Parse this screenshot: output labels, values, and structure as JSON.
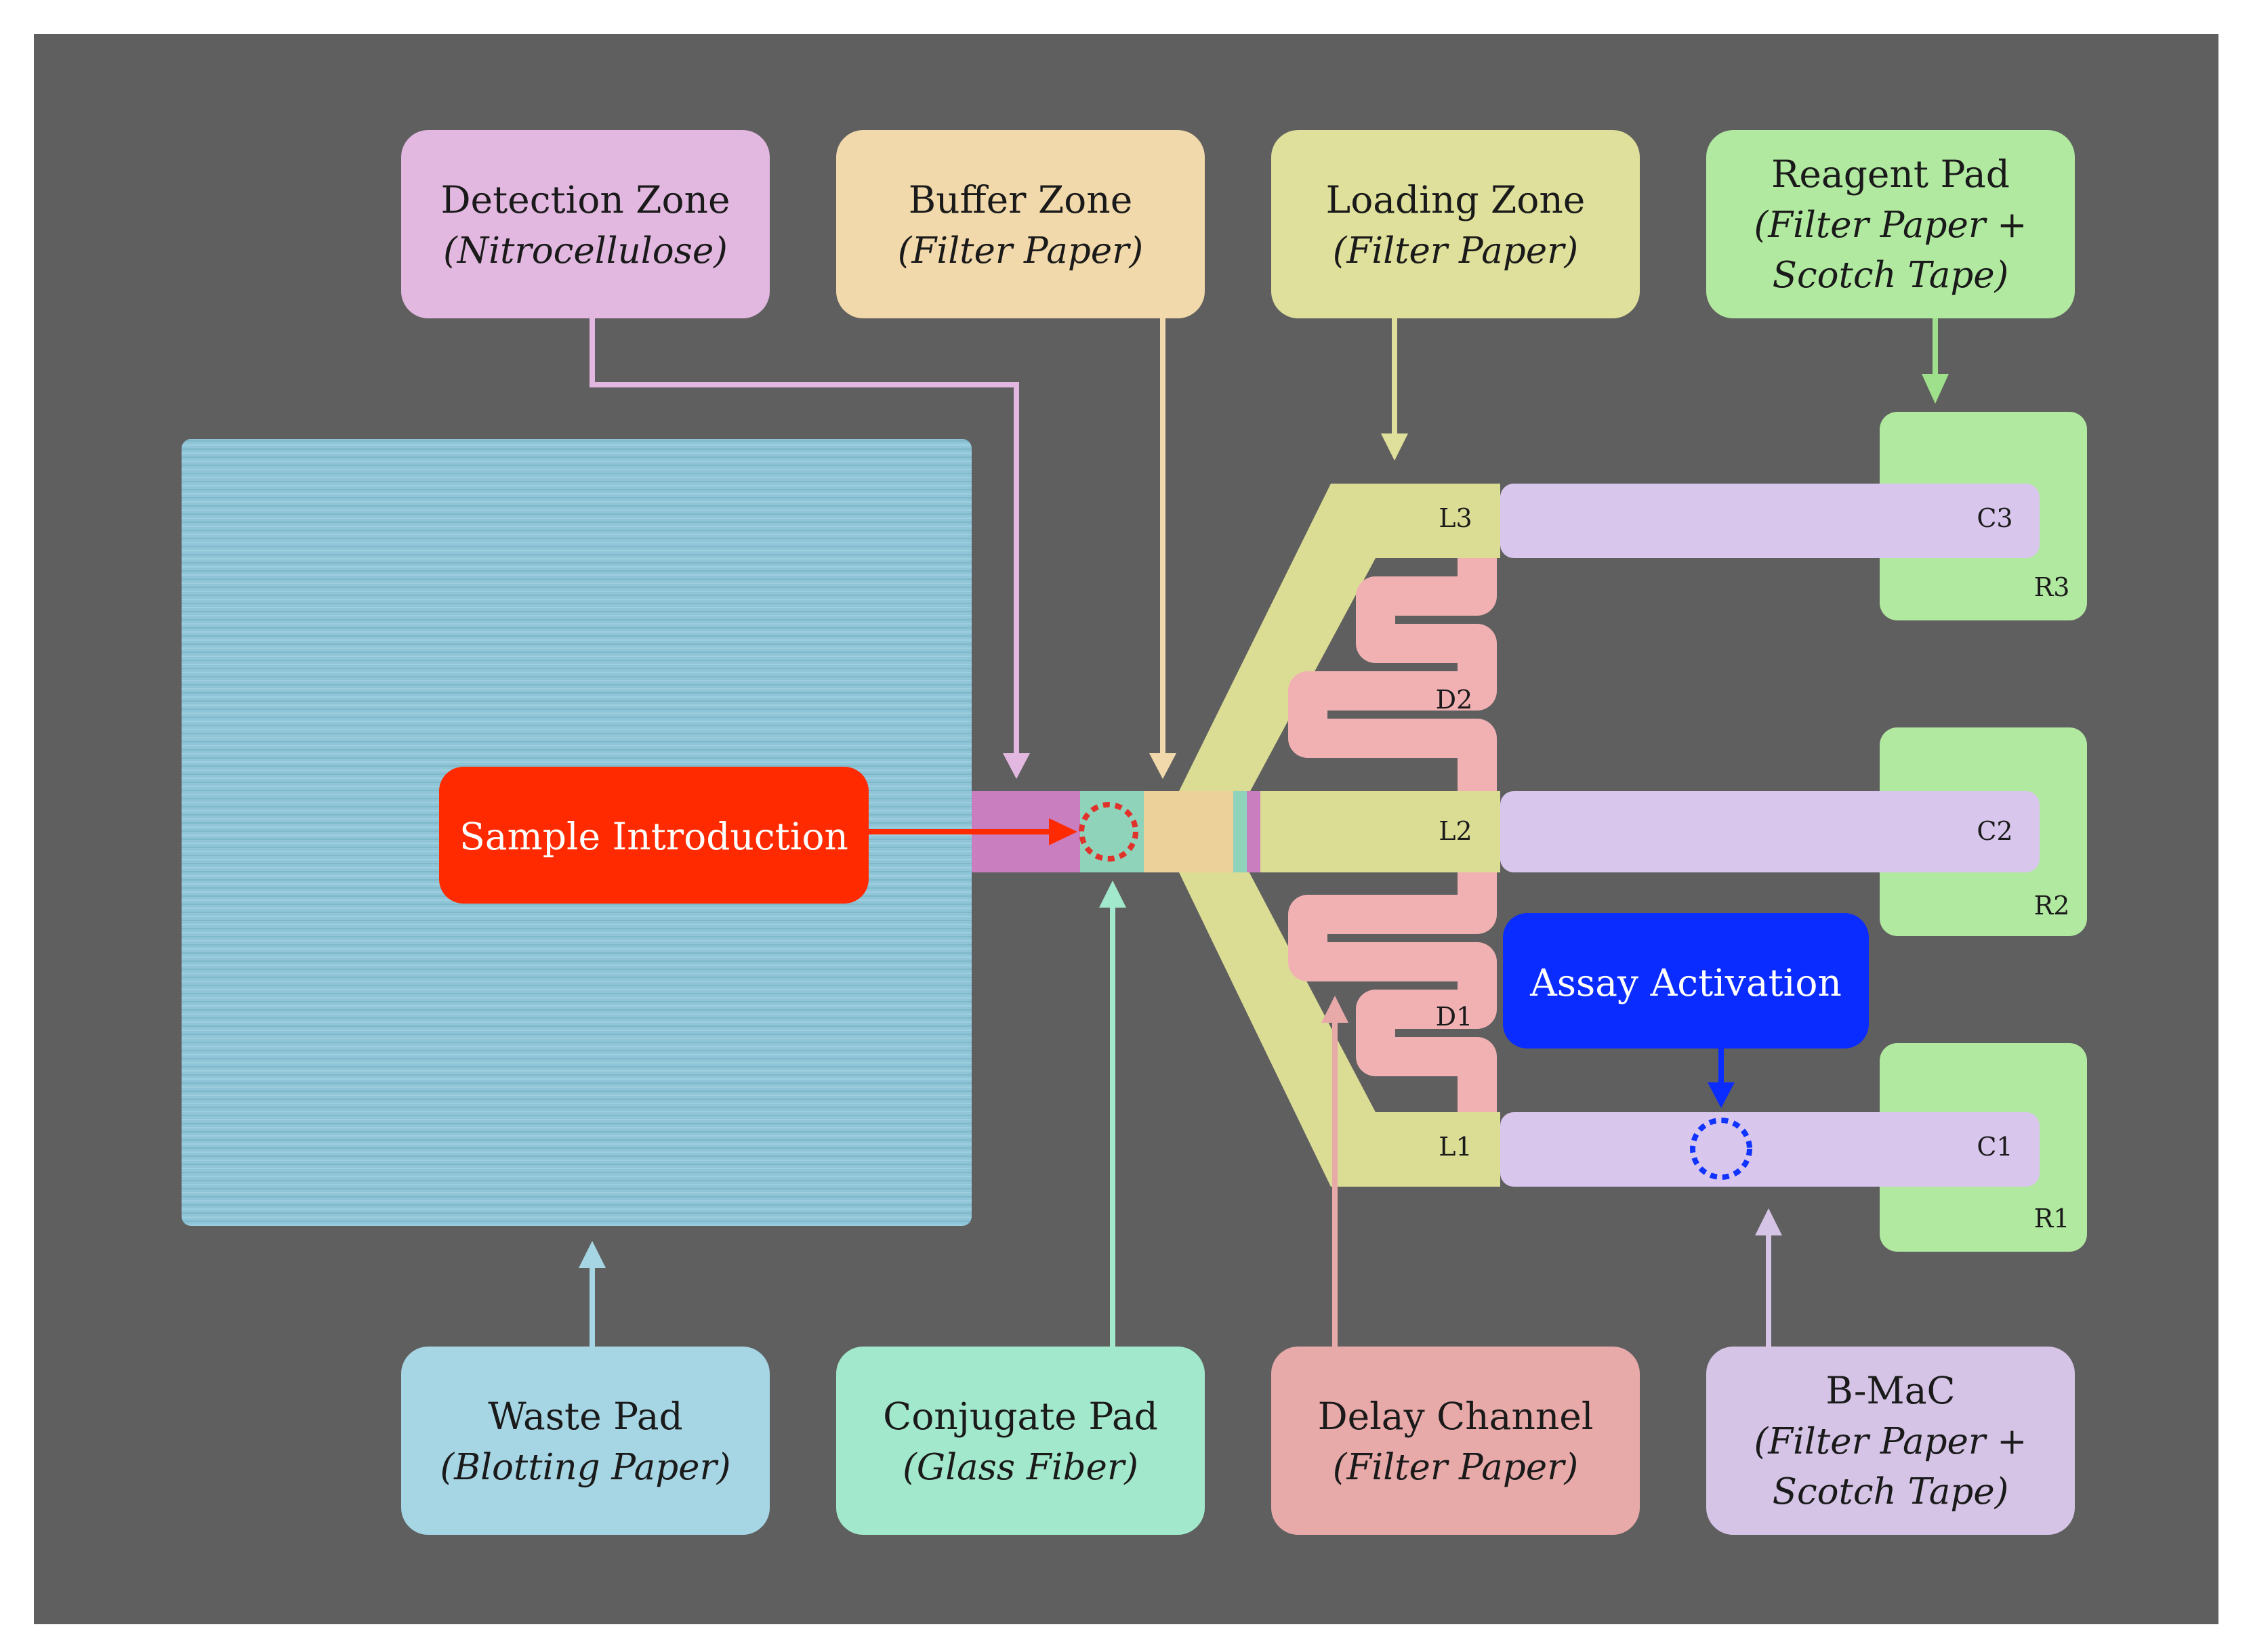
{
  "labels": {
    "detection": {
      "title": "Detection Zone",
      "sub": "(Nitrocellulose)"
    },
    "buffer": {
      "title": "Buffer Zone",
      "sub": "(Filter Paper)"
    },
    "loading": {
      "title": "Loading Zone",
      "sub": "(Filter Paper)"
    },
    "reagent": {
      "title": "Reagent Pad",
      "sub1": "(Filter Paper +",
      "sub2": "Scotch Tape)"
    },
    "waste": {
      "title": "Waste Pad",
      "sub": "(Blotting Paper)"
    },
    "conjugate": {
      "title": "Conjugate Pad",
      "sub": "(Glass Fiber)"
    },
    "delay": {
      "title": "Delay Channel",
      "sub": "(Filter Paper)"
    },
    "bmac": {
      "title": "B-MaC",
      "sub1": "(Filter Paper +",
      "sub2": "Scotch Tape)"
    },
    "sample_introduction": "Sample Introduction",
    "assay_activation": "Assay Activation"
  },
  "channel_labels": {
    "L1": "L1",
    "L2": "L2",
    "L3": "L3",
    "C1": "C1",
    "C2": "C2",
    "C3": "C3",
    "R1": "R1",
    "R2": "R2",
    "R3": "R3",
    "D1": "D1",
    "D2": "D2"
  },
  "colors": {
    "background": "#5f5f5f",
    "detection": "#e2b8e0",
    "buffer": "#f1d9ab",
    "loading": "#dfe09b",
    "reagent": "#b1e9a0",
    "waste": "#a6d5e4",
    "conjugate": "#a2e8cc",
    "delay": "#e8a9a9",
    "bmac": "#d5c4e6",
    "sample": "#ff2a00",
    "assay": "#0a2cff",
    "waste_pad_fill": "#8ec4d6",
    "delay_channel_fill": "#f3b2b4",
    "bmac_channel_fill": "#dcc8ef"
  }
}
